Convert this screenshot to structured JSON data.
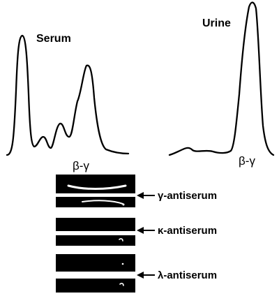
{
  "serum": {
    "title": "Serum",
    "region_label": "β-γ"
  },
  "urine": {
    "title": "Urine",
    "region_label": "β-γ"
  },
  "immunofixation": {
    "antisera": [
      {
        "label": "γ-antiserum"
      },
      {
        "label": "κ-antiserum"
      },
      {
        "label": "λ-antiserum"
      }
    ]
  },
  "colors": {
    "ink": "#000000",
    "band": "#ffffff",
    "background": "#ffffff"
  }
}
